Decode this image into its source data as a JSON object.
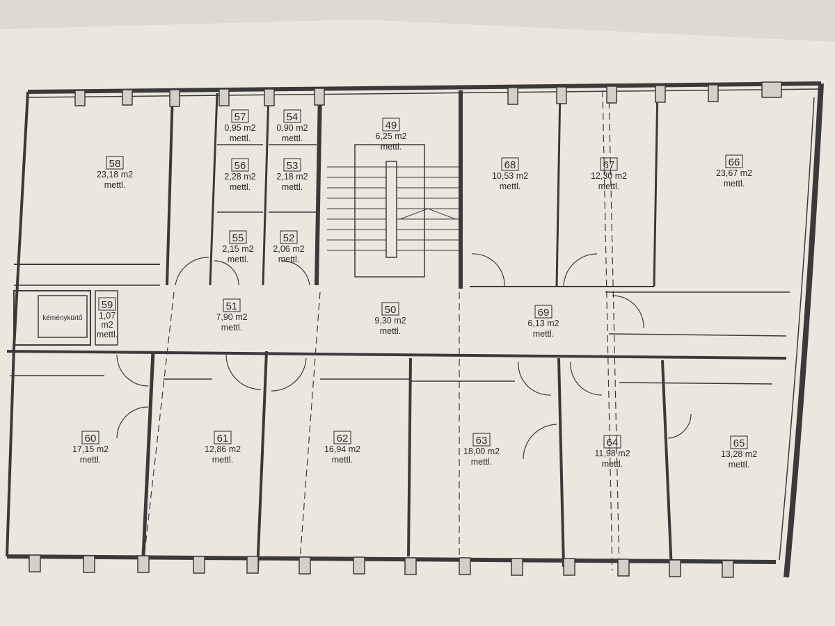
{
  "rooms": [
    {
      "id": "r58",
      "number": "58",
      "area": "23,18 m2",
      "unit": "mettl."
    },
    {
      "id": "r57",
      "number": "57",
      "area": "0,95 m2",
      "unit": "mettl."
    },
    {
      "id": "r54",
      "number": "54",
      "area": "0,90 m2",
      "unit": "mettl."
    },
    {
      "id": "r56",
      "number": "56",
      "area": "2,28 m2",
      "unit": "mettl."
    },
    {
      "id": "r53",
      "number": "53",
      "area": "2,18 m2",
      "unit": "mettl."
    },
    {
      "id": "r55",
      "number": "55",
      "area": "2,15 m2",
      "unit": "mettl."
    },
    {
      "id": "r52",
      "number": "52",
      "area": "2,06 m2",
      "unit": "mettl."
    },
    {
      "id": "r49",
      "number": "49",
      "area": "6,25 m2",
      "unit": "mettl."
    },
    {
      "id": "r68",
      "number": "68",
      "area": "10,53 m2",
      "unit": "mettl."
    },
    {
      "id": "r67",
      "number": "67",
      "area": "12,30 m2",
      "unit": "mettl."
    },
    {
      "id": "r66",
      "number": "66",
      "area": "23,67 m2",
      "unit": "mettl."
    },
    {
      "id": "r59",
      "number": "59",
      "area": "1,07",
      "area2": "m2",
      "unit": "mettl."
    },
    {
      "id": "r51",
      "number": "51",
      "area": "7,90  m2",
      "unit": "mettl."
    },
    {
      "id": "r50",
      "number": "50",
      "area": "9,30 m2",
      "unit": "mettl."
    },
    {
      "id": "r69",
      "number": "69",
      "area": "6,13 m2",
      "unit": "mettl."
    },
    {
      "id": "r60",
      "number": "60",
      "area": "17,15 m2",
      "unit": "mettl."
    },
    {
      "id": "r61",
      "number": "61",
      "area": "12,86  m2",
      "unit": "mettl."
    },
    {
      "id": "r62",
      "number": "62",
      "area": "16,94 m2",
      "unit": "mettl."
    },
    {
      "id": "r63",
      "number": "63",
      "area": "18,00 m2",
      "unit": "mettl."
    },
    {
      "id": "r64",
      "number": "64",
      "area": "11,98  m2",
      "unit": "mettl."
    },
    {
      "id": "r65",
      "number": "65",
      "area": "13,28 m2",
      "unit": "mettl."
    }
  ],
  "chimney_label": "kéménykürtő",
  "colors": {
    "paper": "#ebe7df",
    "ink": "#3a3a3a",
    "background": "#4a4540"
  }
}
